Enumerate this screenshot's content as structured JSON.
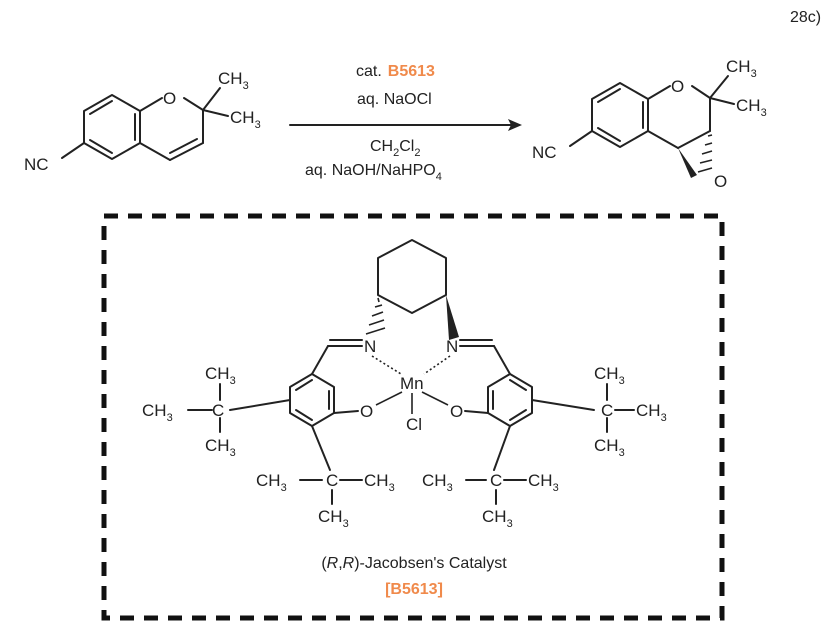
{
  "figure_ref": "28c)",
  "colors": {
    "accent": "#f08a4b",
    "ink": "#222222"
  },
  "reagents": {
    "cat_prefix": "cat.",
    "catalyst_code": "B5613",
    "oxidant": "aq. NaOCl",
    "solvent_main": "CH",
    "solvent_sub1": "2",
    "solvent_mid": "Cl",
    "solvent_sub2": "2",
    "buffer_main": "aq. NaOH/NaHPO",
    "buffer_sub": "4"
  },
  "substrate": {
    "ring_oxygen": "O",
    "methyl_top": "CH",
    "methyl_top_sub": "3",
    "methyl_side": "CH",
    "methyl_side_sub": "3",
    "nitrile": "NC"
  },
  "product": {
    "ring_oxygen": "O",
    "epoxide_oxygen": "O",
    "methyl_top": "CH",
    "methyl_top_sub": "3",
    "methyl_side": "CH",
    "methyl_side_sub": "3",
    "nitrile": "NC"
  },
  "catalyst": {
    "metal": "Mn",
    "halide": "Cl",
    "imine_n": "N",
    "phenoxide_o": "O",
    "methyl": "CH",
    "methyl_sub": "3",
    "quaternary_c": "C",
    "name_prefix": "(",
    "name_r1": "R",
    "name_comma": ",",
    "name_r2": "R",
    "name_suffix": ")-Jacobsen's Catalyst",
    "code_label": "[B5613]"
  }
}
